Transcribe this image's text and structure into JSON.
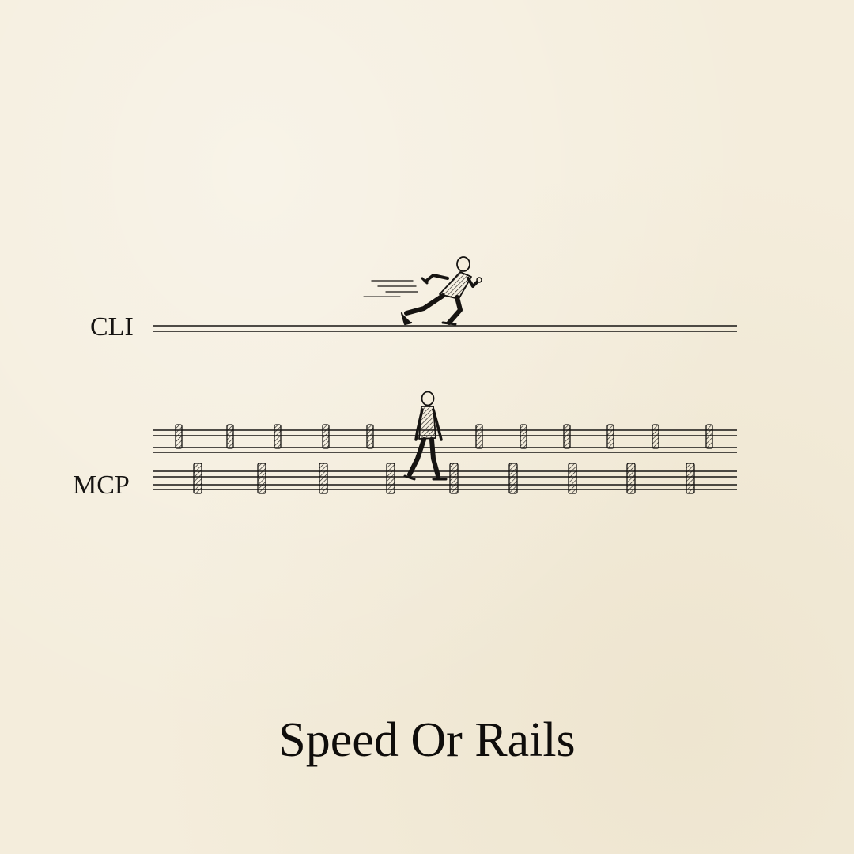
{
  "lanes": {
    "cli": {
      "label": "CLI"
    },
    "mcp": {
      "label": "MCP"
    }
  },
  "title": "Speed Or Rails",
  "colors": {
    "paper": "#f4eddc",
    "ink": "#161412"
  },
  "icons": {
    "runner": "running-person-icon",
    "walker": "walking-person-icon"
  }
}
